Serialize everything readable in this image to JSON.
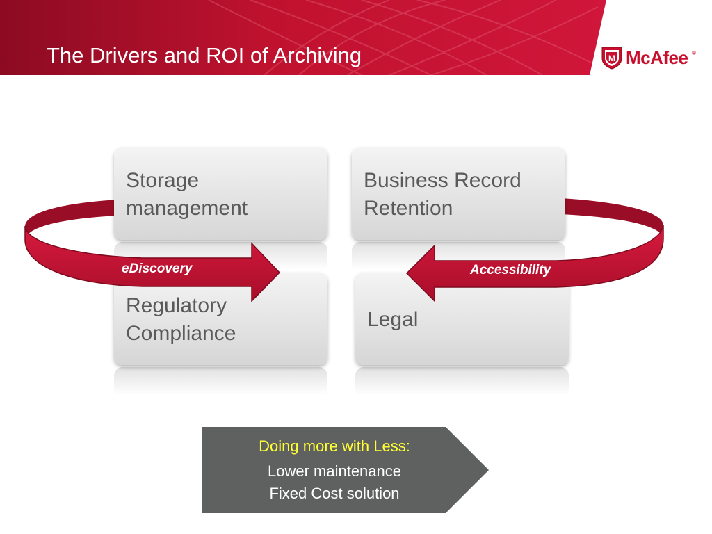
{
  "header": {
    "title": "The Drivers and ROI of Archiving",
    "logo_text": "McAfee",
    "logo_mark": "M",
    "logo_reg": "®"
  },
  "boxes": {
    "top_left": {
      "lines": [
        "Storage",
        "management"
      ]
    },
    "top_right": {
      "lines": [
        "Business Record",
        "Retention"
      ]
    },
    "bottom_left": {
      "lines": [
        "Regulatory",
        "Compliance"
      ]
    },
    "bottom_right": {
      "lines": [
        "Legal"
      ]
    }
  },
  "arrows": {
    "left_label": "eDiscovery",
    "right_label": "Accessibility"
  },
  "callout": {
    "heading": "Doing more with Less:",
    "line1": "Lower maintenance",
    "line2": "Fixed Cost solution"
  },
  "colors": {
    "brand_red": "#c8102e",
    "header_red": "#b5102f",
    "box_text": "#5a5a5a",
    "callout_bg": "#5f6161",
    "callout_heading": "#ffff33"
  },
  "icons": {
    "logo_shield": "mcafee-shield-icon"
  }
}
